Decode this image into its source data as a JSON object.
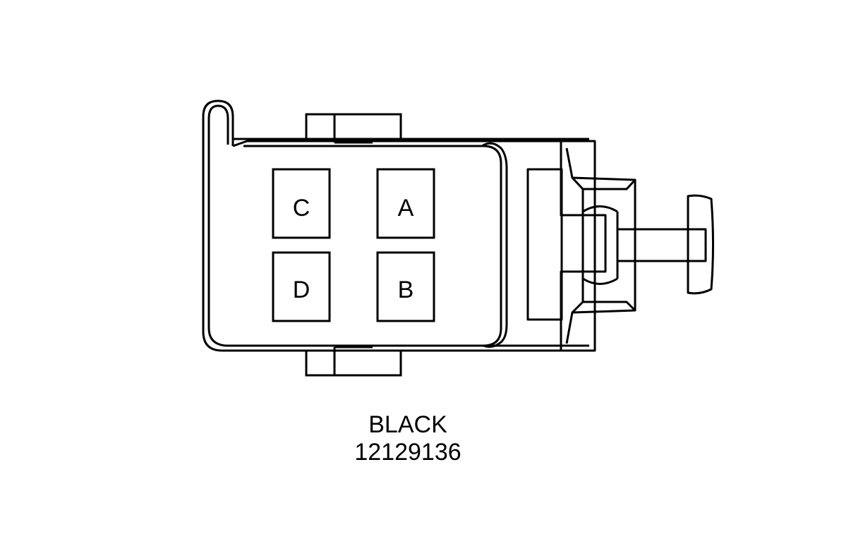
{
  "connector": {
    "pins": [
      {
        "label": "C"
      },
      {
        "label": "A"
      },
      {
        "label": "D"
      },
      {
        "label": "B"
      }
    ],
    "color_label": "BLACK",
    "part_number": "12129136"
  },
  "colors": {
    "stroke": "#000000",
    "background": "#ffffff"
  }
}
